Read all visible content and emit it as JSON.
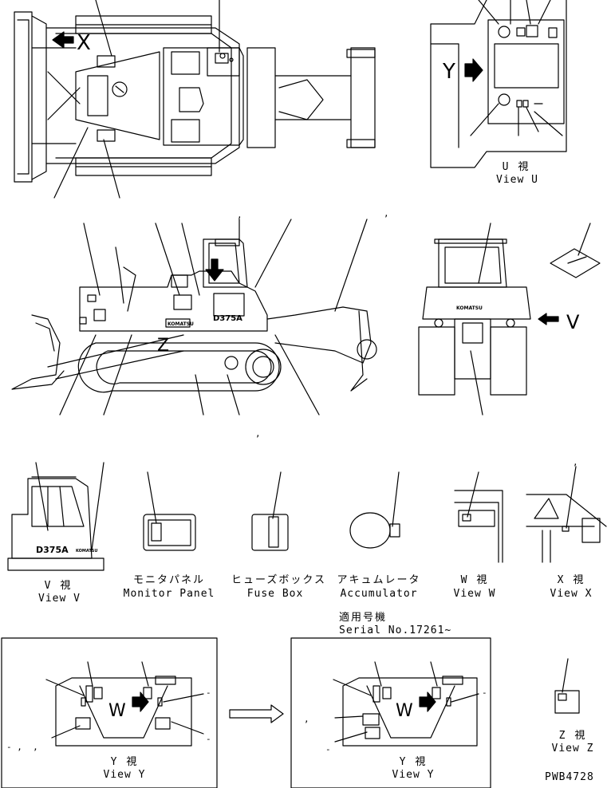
{
  "drawing_id": "PWB4728",
  "models": {
    "badge": "D375A",
    "brand": "KOMATSU"
  },
  "views": {
    "u": {
      "jp": "U 視",
      "en": "View U"
    },
    "v": {
      "jp": "V 視",
      "en": "View V"
    },
    "monitor": {
      "jp": "モニタパネル",
      "en": "Monitor Panel"
    },
    "fuse": {
      "jp": "ヒューズボックス",
      "en": "Fuse Box"
    },
    "accumulator": {
      "jp": "アキュムレータ",
      "en": "Accumulator"
    },
    "w": {
      "jp": "W 視",
      "en": "View W"
    },
    "x": {
      "jp": "X 視",
      "en": "View X"
    },
    "y1": {
      "jp": "Y 視",
      "en": "View Y"
    },
    "y2": {
      "jp": "Y 視",
      "en": "View Y"
    },
    "z": {
      "jp": "Z 視",
      "en": "View Z"
    }
  },
  "serial": {
    "jp": "適用号機",
    "en": "Serial No.17261~"
  },
  "letters": {
    "x": "X",
    "y": "Y",
    "v": "V",
    "w": "W",
    "z": "Z"
  },
  "marks": {
    "comma": ",",
    "minus": "-",
    "dash_comma": "- ,  ,"
  }
}
